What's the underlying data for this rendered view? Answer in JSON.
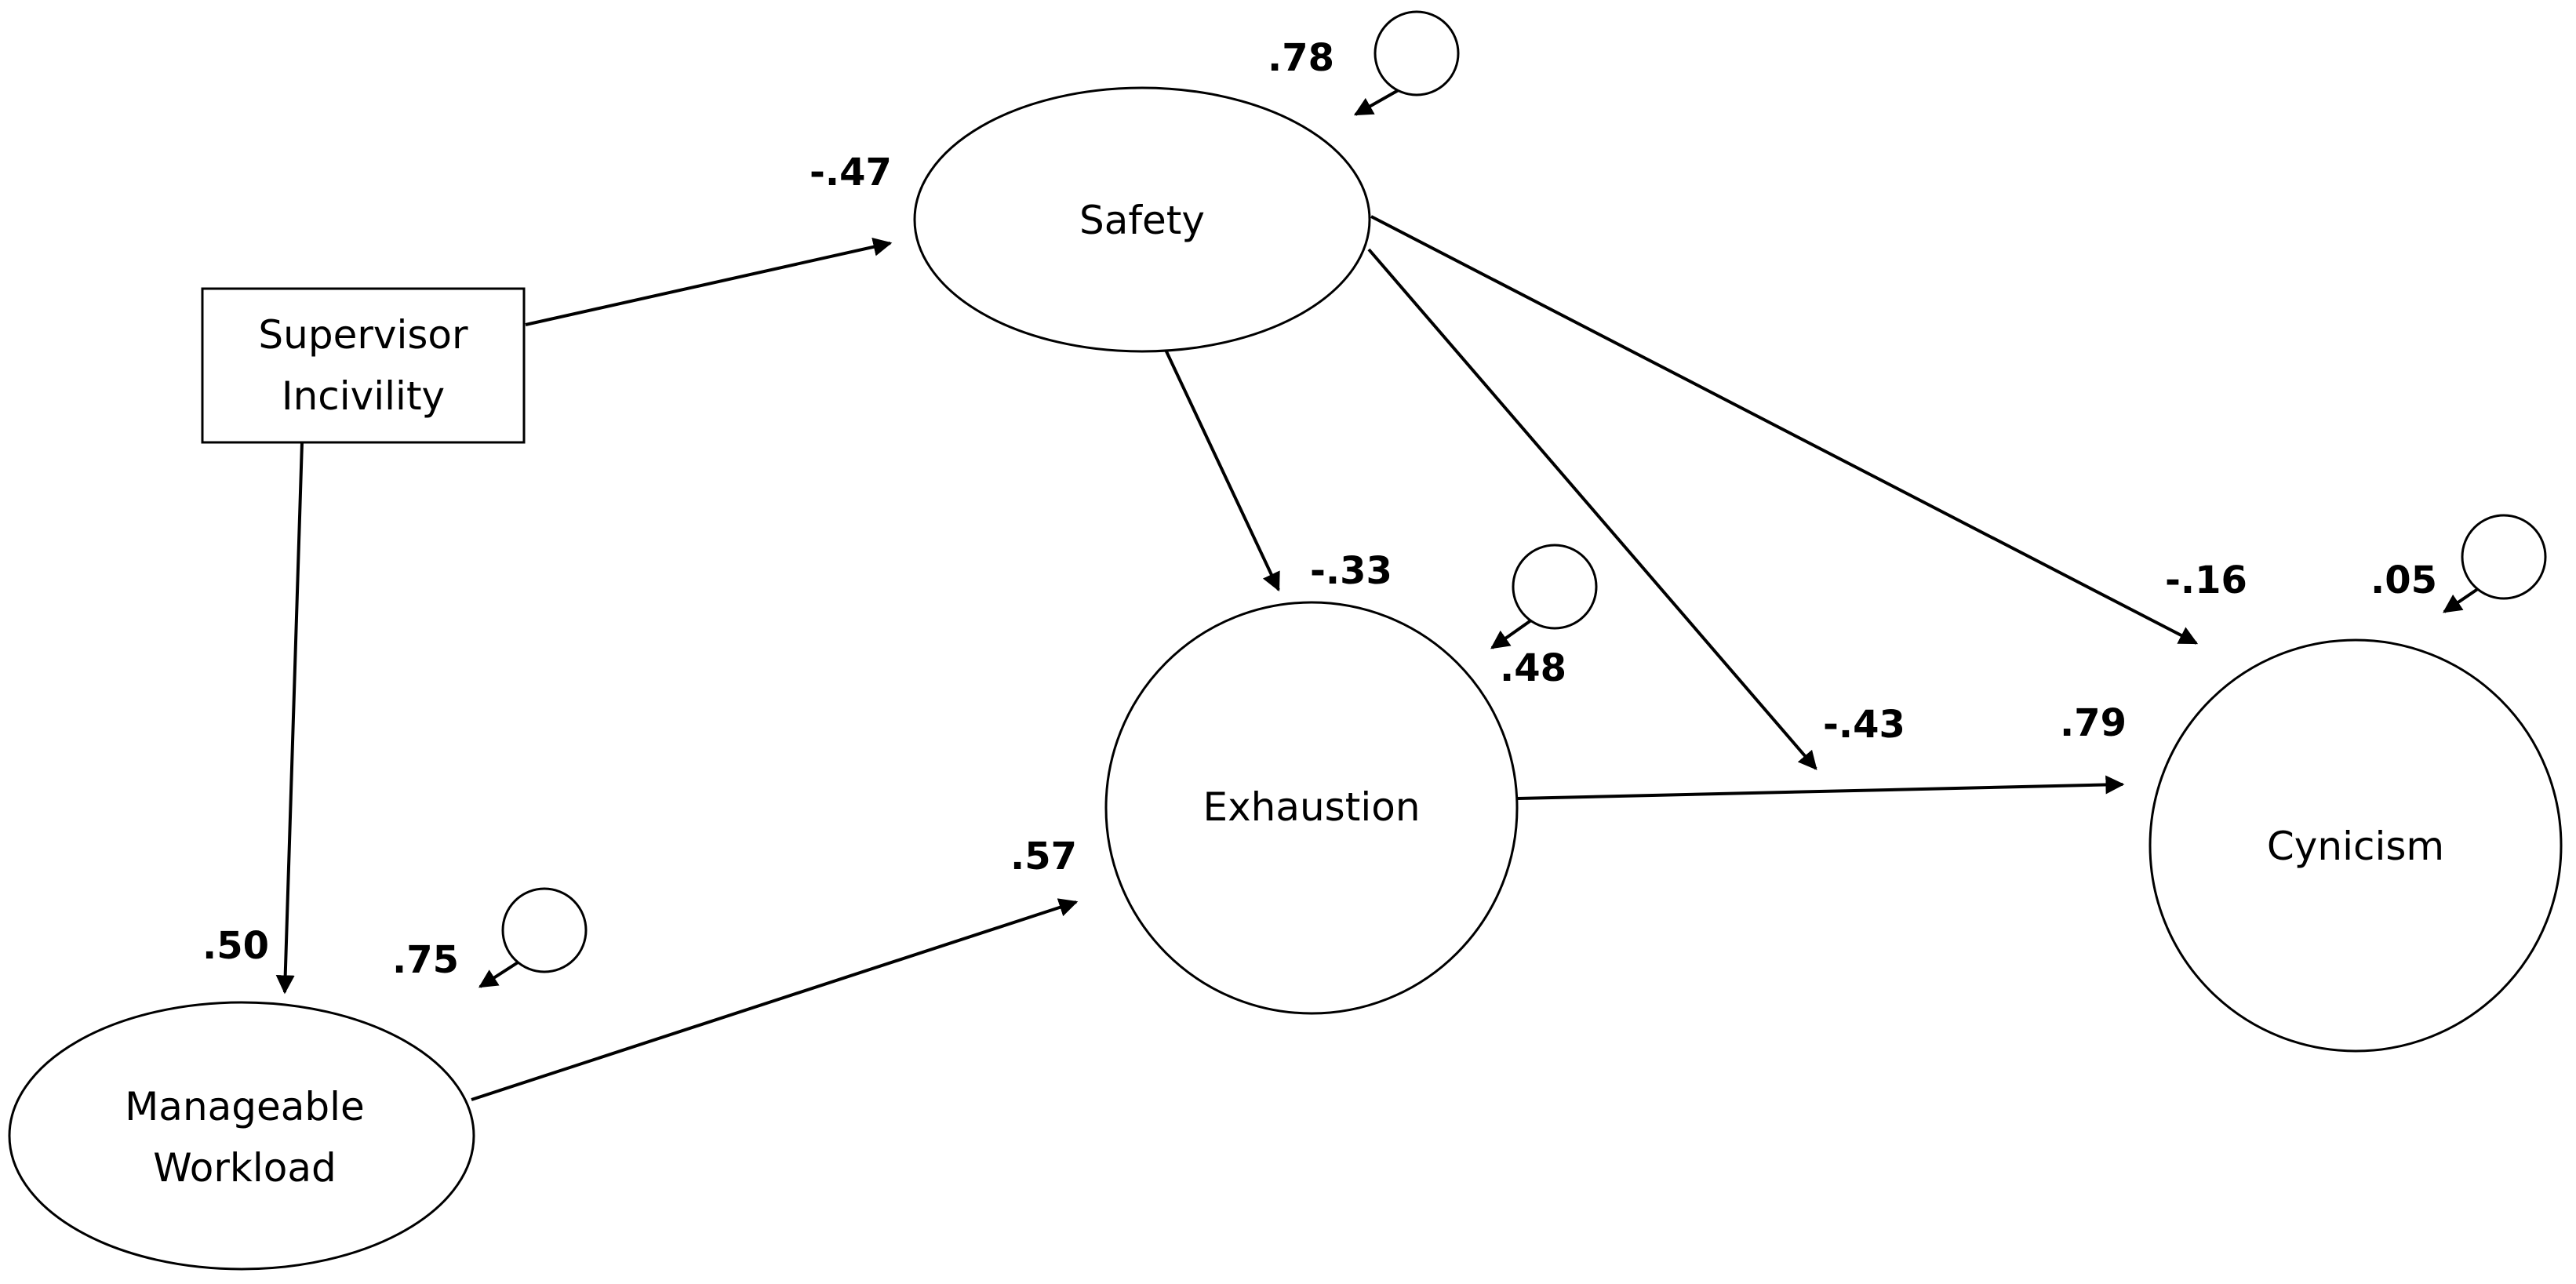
{
  "nodes": {
    "supervisor_incivility": {
      "line1": "Supervisor",
      "line2": "Incivility"
    },
    "safety": {
      "label": "Safety"
    },
    "manageable_workload": {
      "line1": "Manageable",
      "line2": "Workload"
    },
    "exhaustion": {
      "label": "Exhaustion"
    },
    "cynicism": {
      "label": "Cynicism"
    }
  },
  "paths": {
    "incivility_to_safety": "-.47",
    "incivility_to_workload": ".50",
    "workload_to_exhaustion": ".57",
    "safety_to_exhaustion": "-.33",
    "safety_to_cynicism_indirect": "-.43",
    "safety_to_cynicism": "-.16",
    "exhaustion_to_cynicism": ".79"
  },
  "residuals": {
    "safety": ".78",
    "manageable_workload": ".75",
    "exhaustion": ".48",
    "cynicism": ".05"
  },
  "colors": {
    "stroke": "#000000",
    "background": "#ffffff"
  }
}
